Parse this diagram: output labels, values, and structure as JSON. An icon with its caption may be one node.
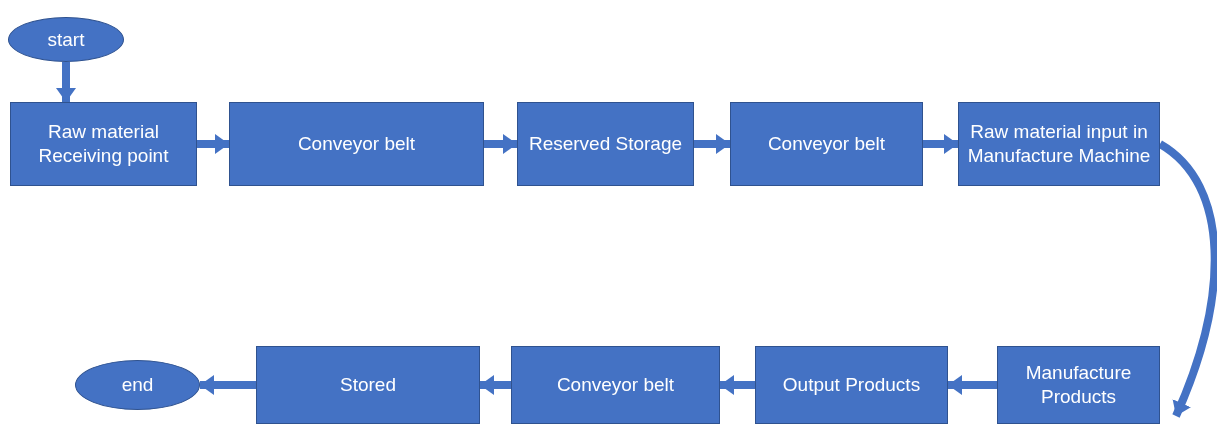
{
  "diagram": {
    "nodes": [
      {
        "text": [
          "start"
        ]
      },
      {
        "text": [
          "Raw material Receiving point"
        ]
      },
      {
        "text": [
          "Conveyor belt"
        ]
      },
      {
        "text": [
          "Reserved Storage"
        ]
      },
      {
        "text": [
          "Conveyor belt"
        ]
      },
      {
        "text": [
          "Raw material input in Manufacture Machine"
        ]
      },
      {
        "text": [
          "Manufacture Products"
        ]
      },
      {
        "text": [
          "Output Products"
        ]
      },
      {
        "text": [
          "Conveyor belt"
        ]
      },
      {
        "text": [
          "Stored"
        ]
      },
      {
        "text": [
          "end"
        ]
      }
    ],
    "edges": [
      {
        "from": 0,
        "to": 1,
        "arrow": "to"
      },
      {
        "from": 1,
        "to": 2,
        "arrow": "to"
      },
      {
        "from": 2,
        "to": 3,
        "arrow": "to"
      },
      {
        "from": 3,
        "to": 4,
        "arrow": "to"
      },
      {
        "from": 4,
        "to": 5,
        "arrow": "to"
      },
      {
        "from": 5,
        "to": 6,
        "arrow": "to"
      },
      {
        "from": 6,
        "to": 7,
        "arrow": "to"
      },
      {
        "from": 7,
        "to": 8,
        "arrow": "to"
      },
      {
        "from": 8,
        "to": 9,
        "arrow": "to"
      },
      {
        "from": 9,
        "to": 10,
        "arrow": "to"
      }
    ]
  }
}
